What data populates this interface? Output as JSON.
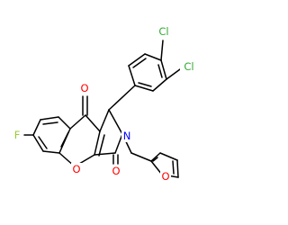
{
  "molecule": {
    "atom_labels": {
      "cl_top": "Cl",
      "cl_right": "Cl",
      "o_ketone": "O",
      "f": "F",
      "n": "N",
      "o_pyran": "O",
      "o_lactam": "O",
      "o_furan": "O"
    },
    "colors": {
      "bond": "#000000",
      "oxygen": "#ff0000",
      "nitrogen": "#0000ff",
      "fluorine": "#99cc33",
      "chlorine": "#33aa33"
    }
  }
}
